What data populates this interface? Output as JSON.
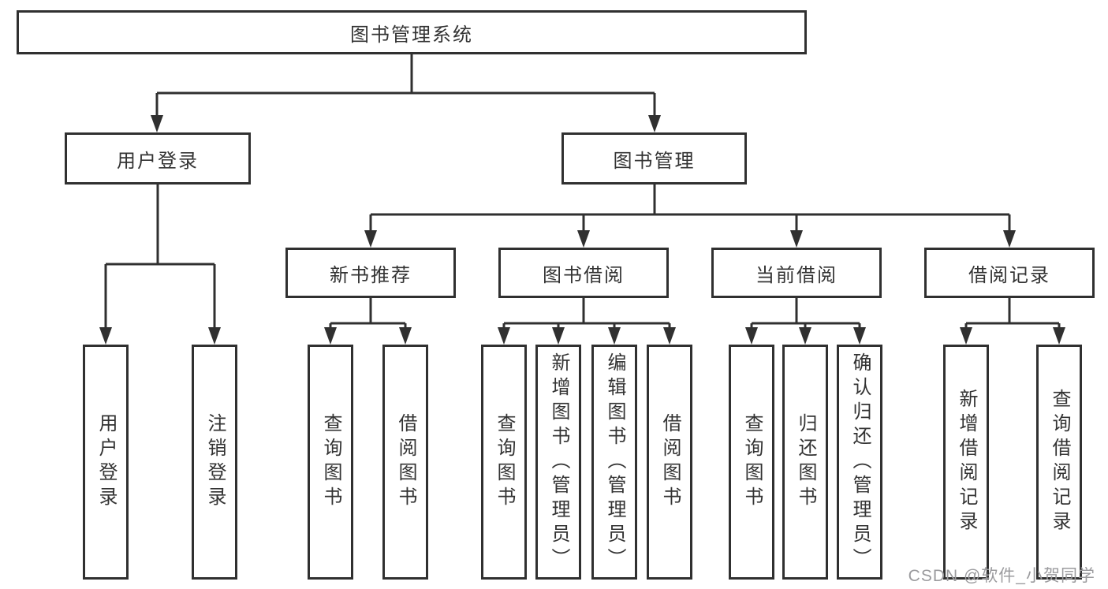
{
  "diagram": {
    "root": {
      "label": "图书管理系统"
    },
    "level2": [
      {
        "label": "用户登录",
        "children": [
          {
            "label": "用户登录"
          },
          {
            "label": "注销登录"
          }
        ]
      },
      {
        "label": "图书管理",
        "children": [
          {
            "label": "新书推荐",
            "children": [
              {
                "label": "查询图书"
              },
              {
                "label": "借阅图书"
              }
            ]
          },
          {
            "label": "图书借阅",
            "children": [
              {
                "label": "查询图书"
              },
              {
                "label": "新增图书（管理员）"
              },
              {
                "label": "编辑图书（管理员）"
              },
              {
                "label": "借阅图书"
              }
            ]
          },
          {
            "label": "当前借阅",
            "children": [
              {
                "label": "查询图书"
              },
              {
                "label": "归还图书"
              },
              {
                "label": "确认归还（管理员）"
              }
            ]
          },
          {
            "label": "借阅记录",
            "children": [
              {
                "label": "新增借阅记录"
              },
              {
                "label": "查询借阅记录"
              }
            ]
          }
        ]
      }
    ]
  },
  "watermark": {
    "text": "CSDN @软件_小贺同学"
  },
  "colors": {
    "line": "#303030",
    "text": "#333333",
    "background": "#ffffff",
    "box_fill": "#ffffff",
    "watermark": "#9b9b9e"
  }
}
